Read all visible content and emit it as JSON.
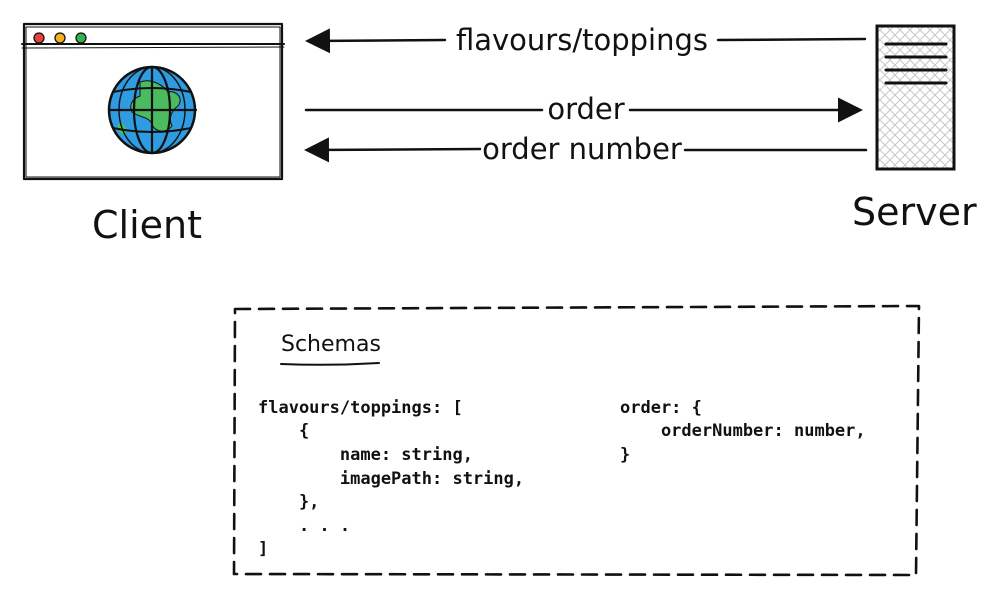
{
  "nodes": {
    "client_label": "Client",
    "server_label": "Server"
  },
  "arrows": {
    "a1": "flavours/toppings",
    "a2": "order",
    "a3": "order number"
  },
  "schemas": {
    "title": "Schemas",
    "left": [
      "flavours/toppings: [",
      "    {",
      "        name: string,",
      "        imagePath: string,",
      "    },",
      "    . . .",
      "]"
    ],
    "right": [
      "order: {",
      "    orderNumber: number,",
      "}"
    ]
  },
  "colors": {
    "dot_red": "#e8413b",
    "dot_yellow": "#f2b21f",
    "dot_green": "#36b24a",
    "globe_water": "#2f9be0",
    "globe_land": "#4cba5e"
  }
}
